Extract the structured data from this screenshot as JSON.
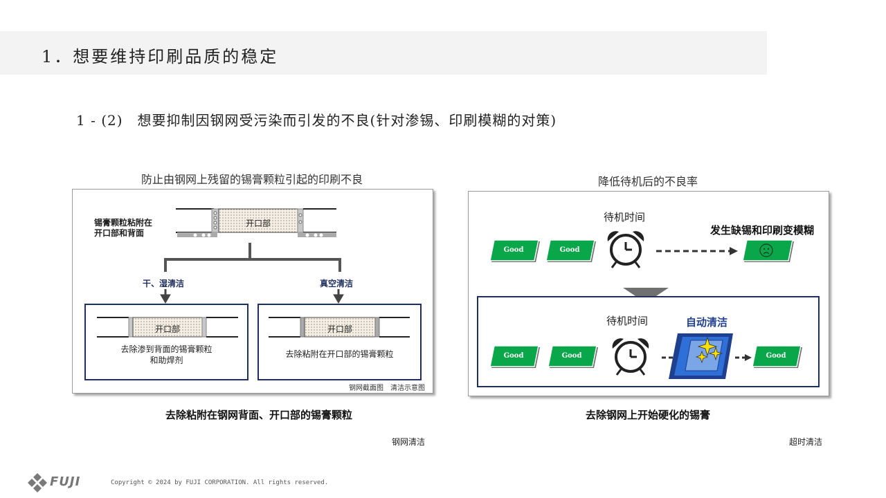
{
  "header": {
    "title": "1．想要维持印刷品质的稳定",
    "subtitle": "1 - (2)　想要抑制因钢网受污染而引发的不良(针对渗锡、印刷模糊的对策)"
  },
  "left": {
    "heading": "防止由钢网上残留的锡膏颗粒引起的印刷不良",
    "particle_label_1": "锡膏颗粒粘附在",
    "particle_label_2": "开口部和背面",
    "opening": "开口部",
    "branch_left": "干、湿清洁",
    "branch_right": "真空清洁",
    "left_box_opening": "开口部",
    "left_box_text_1": "去除渗到背面的锡膏颗粒",
    "left_box_text_2": "和助焊剂",
    "right_box_opening": "开口部",
    "right_box_text": "去除粘附在开口部的锡膏颗粒",
    "footnote": "钢网截面图　清洁示意图",
    "caption": "去除粘附在钢网背面、开口部的锡膏颗粒",
    "tag": "钢网清洁"
  },
  "right": {
    "heading": "降低待机后的不良率",
    "wait_label_top": "待机时间",
    "defect_label": "发生缺锡和印刷变模糊",
    "good": "Good",
    "wait_label_bottom": "待机时间",
    "auto_clean": "自动清洁",
    "caption": "去除钢网上开始硬化的锡膏",
    "tag": "超时清洁"
  },
  "footer": {
    "brand": "FUJI",
    "copyright": "Copyright © 2024 by FUJI CORPORATION. All rights reserved."
  },
  "colors": {
    "good_green": "#0aa64a",
    "box_border": "#1e2f5e",
    "auto_blue": "#1f3f8f",
    "stencil_blue": "#2f6fd8"
  }
}
